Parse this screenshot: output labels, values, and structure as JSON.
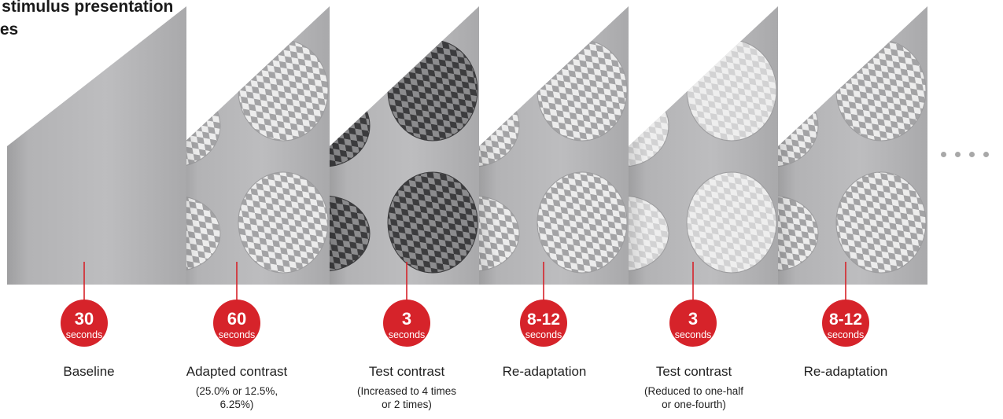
{
  "title": "ast stimulus presentation\ndures",
  "colors": {
    "panel": "#b4b4b6",
    "accent": "#d6232a",
    "check_dark": "#4e4e50",
    "check_light": "#e8e8e8"
  },
  "stages": [
    {
      "duration": "30",
      "unit": "seconds",
      "label": "Baseline",
      "sublabel": "",
      "pattern": "none"
    },
    {
      "duration": "60",
      "unit": "seconds",
      "label": "Adapted contrast",
      "sublabel": "(25.0% or 12.5%,\n6.25%)",
      "pattern": "medium"
    },
    {
      "duration": "3",
      "unit": "seconds",
      "label": "Test contrast",
      "sublabel": "(Increased to 4 times\nor 2 times)",
      "pattern": "high"
    },
    {
      "duration": "8-12",
      "unit": "seconds",
      "label": "Re-adaptation",
      "sublabel": "",
      "pattern": "medium"
    },
    {
      "duration": "3",
      "unit": "seconds",
      "label": "Test contrast",
      "sublabel": "(Reduced to one-half\nor one-fourth)",
      "pattern": "low"
    },
    {
      "duration": "8-12",
      "unit": "seconds",
      "label": "Re-adaptation",
      "sublabel": "",
      "pattern": "medium"
    }
  ],
  "continuation": "ellipsis"
}
